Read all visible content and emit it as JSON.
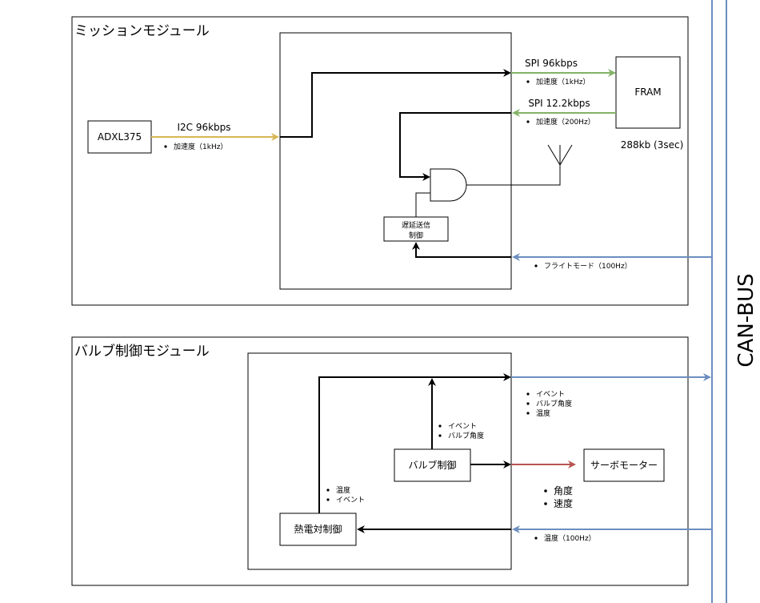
{
  "canbus": {
    "label": "CAN-BUS",
    "color": "#6c8ebf"
  },
  "colors": {
    "i2c": "#d6b656",
    "spi": "#82b366",
    "can": "#6c8ebf",
    "servo": "#b85450",
    "black": "#000000"
  },
  "mission_module": {
    "title": "ミッションモジュール",
    "adxl": "ADXL375",
    "i2c_label": "I2C 96kbps",
    "i2c_note": "加速度（1kHz）",
    "spi_out_label": "SPI 96kbps",
    "spi_out_note": "加速度（1kHz）",
    "spi_in_label": "SPI 12.2kbps",
    "spi_in_note": "加速度（200Hz）",
    "fram": "FRAM",
    "fram_capacity": "288kb (3sec)",
    "delay_line1": "遅延送信",
    "delay_line2": "制御",
    "can_note": "フライトモード（100Hz）"
  },
  "valve_module": {
    "title": "バルブ制御モジュール",
    "valve_ctrl": "バルブ制御",
    "thermal_ctrl": "熱電対制御",
    "servo": "サーボモーター",
    "valve_up_notes": [
      "イベント",
      "バルブ角度"
    ],
    "thermal_up_notes": [
      "温度",
      "イベント"
    ],
    "can_out_notes": [
      "イベント",
      "バルブ角度",
      "温度"
    ],
    "servo_notes": [
      "角度",
      "速度"
    ],
    "can_in_note": "温度（100Hz）"
  }
}
